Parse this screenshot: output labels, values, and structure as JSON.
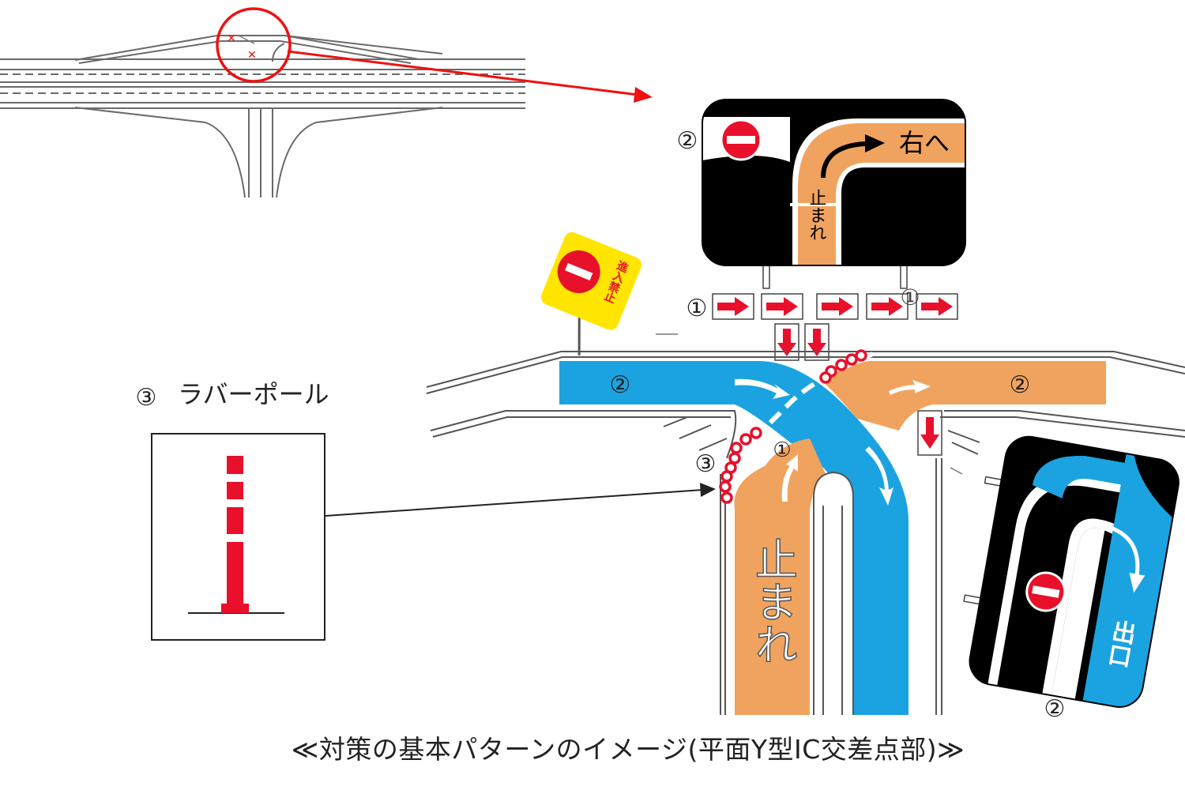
{
  "caption": "≪対策の基本パターンのイメージ(平面Y型IC交差点部)≫",
  "sign_top": {
    "number": "②",
    "turn_label": "右へ",
    "stop_label": "止まれ"
  },
  "sign_right": {
    "number": "②",
    "exit_label": "出口"
  },
  "road_labels": {
    "blue_lane_number": "②",
    "orange_lane_number": "②",
    "merge_number": "①",
    "stop_paint": "止まれ"
  },
  "arrow_board_number": "①",
  "arrow_board_overlap_number": "①",
  "no_entry_sign": {
    "text": "進入禁止"
  },
  "rubber_pole": {
    "number": "③",
    "title": "ラバーポール",
    "on_road_number": "③"
  },
  "colors": {
    "blue": "#1aa3e0",
    "orange": "#f0a35e",
    "red": "#e8102a",
    "yellow": "#ffe500",
    "black": "#000000"
  }
}
